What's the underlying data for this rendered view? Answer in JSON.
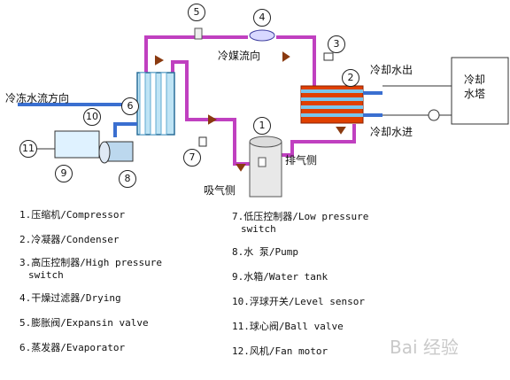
{
  "labels": {
    "refrigerant_flow": "冷媒流向",
    "chilled_water_flow": "冷冻水流方向",
    "cooling_water_out": "冷却水出",
    "cooling_water_in": "冷却水进",
    "cooling_tower": "冷却\n水塔",
    "discharge_side": "排气侧",
    "suction_side": "吸气侧"
  },
  "markers": [
    "1",
    "2",
    "3",
    "4",
    "5",
    "6",
    "7",
    "8",
    "9",
    "10",
    "11"
  ],
  "legend_left": [
    "1.压缩机/Compressor",
    "2.冷凝器/Condenser",
    "3.高压控制器/High pressure",
    "switch",
    "4.干燥过滤器/Drying",
    "5.膨胀阀/Expansin valve",
    "6.蒸发器/Evaporator"
  ],
  "legend_right": [
    "7.低压控制器/Low pressure",
    "switch",
    "8.水 泵/Pump",
    "9.水箱/Water tank",
    "10.浮球开关/Level sensor",
    "11.球心阀/Ball valve",
    "12.风机/Fan motor"
  ],
  "watermark": "Bai 经验"
}
